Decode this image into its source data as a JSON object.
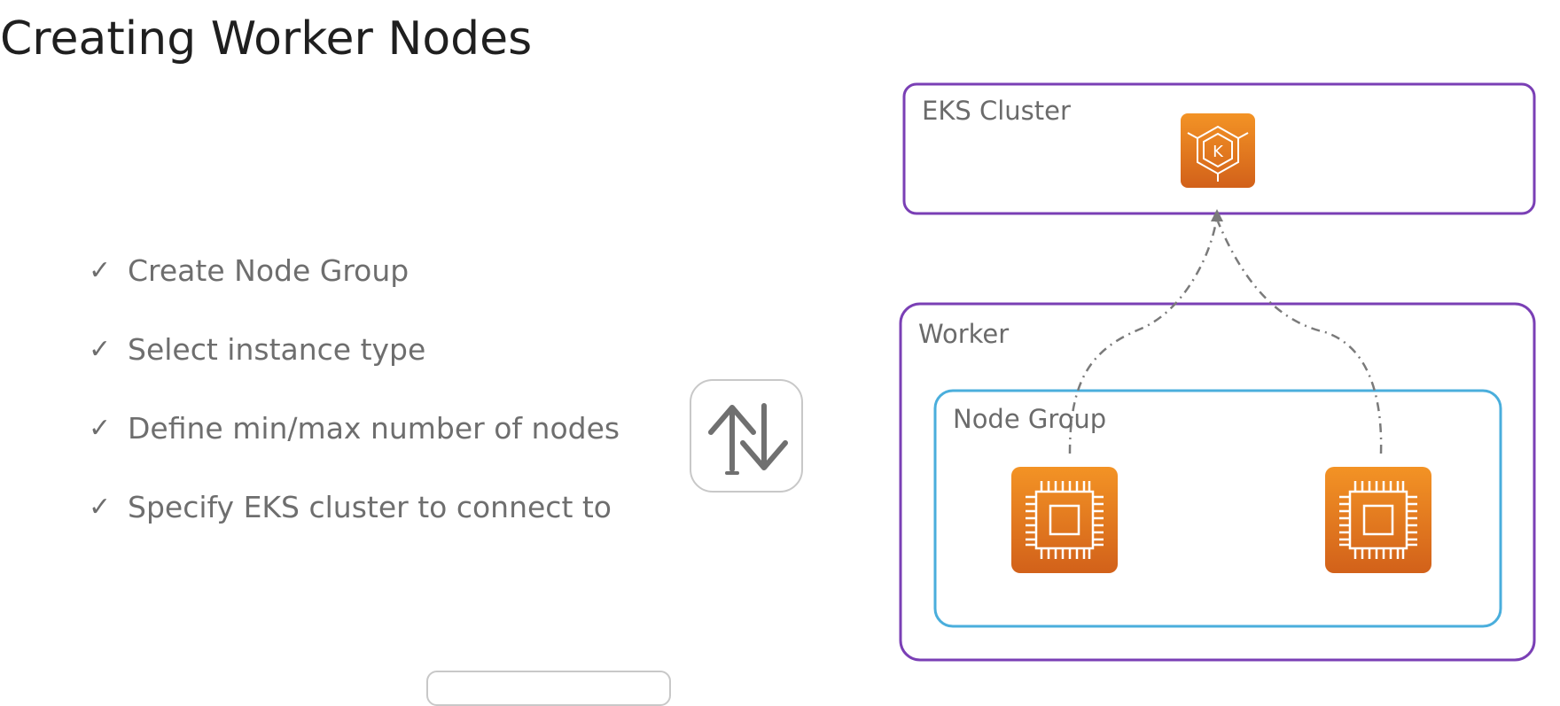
{
  "slide": {
    "title": "Creating Worker Nodes"
  },
  "checklist": {
    "check_glyph": "✓",
    "items": [
      "Create Node Group",
      "Select instance type",
      "Define min/max number of nodes",
      "Specify EKS cluster to connect to"
    ]
  },
  "diagram": {
    "eks_cluster_label": "EKS Cluster",
    "eks_icon": "eks-kubernetes-icon",
    "eks_icon_letter": "K",
    "worker_label": "Worker",
    "node_group_label": "Node Group",
    "node_icon": "ec2-instance-chip-icon",
    "node_count": 2
  },
  "controls": {
    "switch_icon": "swap-vertical-arrows-icon"
  },
  "colors": {
    "purple_border": "#7a3fb5",
    "blue_border": "#4aaedc",
    "aws_orange_top": "#f39325",
    "aws_orange_bottom": "#d2611a",
    "text_gray": "#6e6e6e",
    "connector_gray": "#7a7a7a"
  }
}
